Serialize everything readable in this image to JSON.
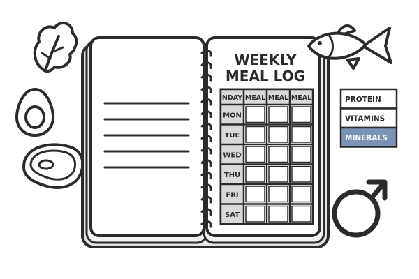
{
  "title_line1": "WEEKLY",
  "title_line2": "MEAL LOG",
  "table": {
    "headers": [
      "NDAY",
      "MEAL",
      "MEAL",
      "MEAL"
    ],
    "days": [
      "MON",
      "TUE",
      "WED",
      "THU",
      "FRI",
      "SAT"
    ]
  },
  "nutrients": [
    "PROTEIN",
    "VITAMINS",
    "MINERALS"
  ],
  "selected_nutrient": "MINERALS",
  "icons": [
    "lettuce-icon",
    "egg-icon",
    "steak-icon",
    "fish-icon",
    "male-symbol-icon"
  ],
  "colors": {
    "outline": "#2b2b2b",
    "header_fill": "#d9d9d9",
    "selected_fill": "#7b93b5",
    "selected_text": "#ffffff",
    "book_edge": "#8a8a8a"
  }
}
